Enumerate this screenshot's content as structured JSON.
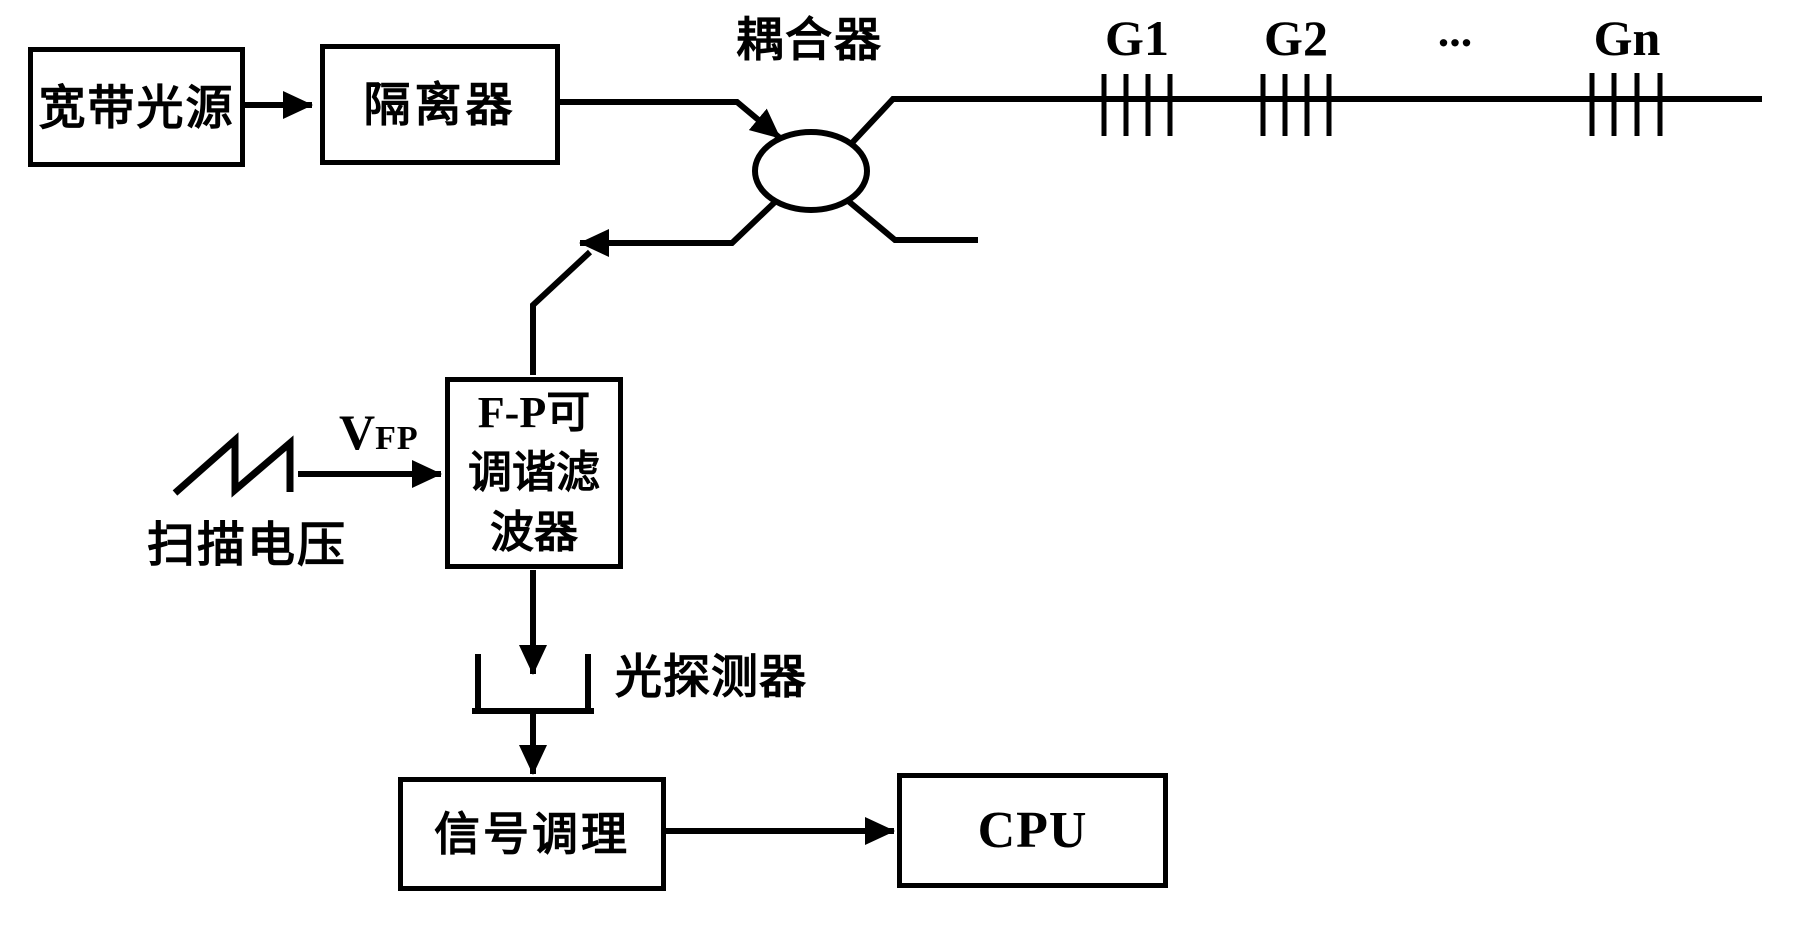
{
  "diagram": {
    "background": "#ffffff",
    "ink": "#000000",
    "nodes": {
      "broadband_source": {
        "label": "宽带光源"
      },
      "isolator": {
        "label": "隔离器"
      },
      "coupler": {
        "label": "耦合器"
      },
      "fp_filter": {
        "lines": [
          "F-P可",
          "调谐滤",
          "波器"
        ]
      },
      "photodetector": {
        "label": "光探测器"
      },
      "signal_conditioning": {
        "label": "信号调理"
      },
      "cpu": {
        "label": "CPU"
      }
    },
    "fbg_array": {
      "gratings": [
        {
          "label": "G1"
        },
        {
          "label": "G2"
        },
        {
          "label": "Gn"
        }
      ],
      "ellipsis_label": "..."
    },
    "scan_voltage": {
      "label": "扫描电压",
      "voltage_main": "V",
      "voltage_sub": "FP"
    }
  }
}
